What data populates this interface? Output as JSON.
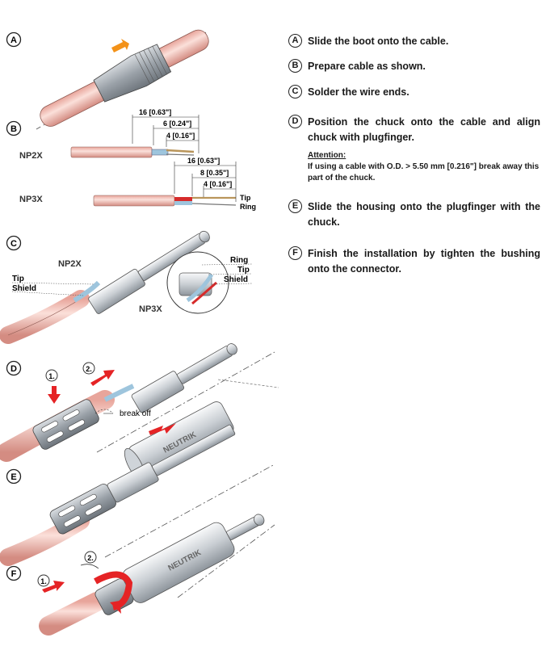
{
  "steps": [
    {
      "letter": "A",
      "text": "Slide the boot onto the cable."
    },
    {
      "letter": "B",
      "text": "Prepare cable as shown."
    },
    {
      "letter": "C",
      "text": "Solder the wire ends."
    },
    {
      "letter": "D",
      "text": "Position the chuck onto the cable and align chuck with plugfinger."
    },
    {
      "letter": "E",
      "text": "Slide the housing onto the plugfinger with the chuck."
    },
    {
      "letter": "F",
      "text": "Finish the installation by tighten the bushing onto the connector."
    }
  ],
  "attention": {
    "title": "Attention:",
    "text": "If using a cable with O.D. > 5.50 mm [0.216\"] break away this part of the chuck."
  },
  "diagram": {
    "labels": {
      "A": "A",
      "B": "B",
      "C": "C",
      "D": "D",
      "E": "E",
      "F": "F"
    },
    "np2x": "NP2X",
    "np3x": "NP3X",
    "dim_np2x": [
      "16 [0.63\"]",
      "6 [0.24\"]",
      "4 [0.16\"]"
    ],
    "dim_np3x": [
      "16 [0.63\"]",
      "8 [0.35\"]",
      "4 [0.16\"]"
    ],
    "tip": "Tip",
    "ring": "Ring",
    "shield": "Shield",
    "break_off": "break off",
    "num1": "1.",
    "num2": "2.",
    "brand": "NEUTRIK"
  },
  "colors": {
    "cable": "#f2c4bc",
    "cable_dark": "#d89a90",
    "orange": "#f39219",
    "red": "#e52325",
    "metal": "#dfe3e7"
  }
}
